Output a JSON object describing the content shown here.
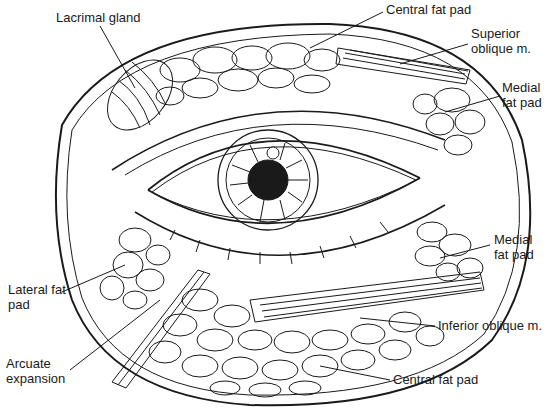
{
  "diagram": {
    "labels": [
      "Lacrimal gland",
      "Central fat pad",
      "Superior oblique m.",
      "Medial fat pad",
      "Medial fat pad",
      "Lateral fat pad",
      "Arcuate expansion",
      "Inferior oblique m.",
      "Central fat pad"
    ]
  }
}
